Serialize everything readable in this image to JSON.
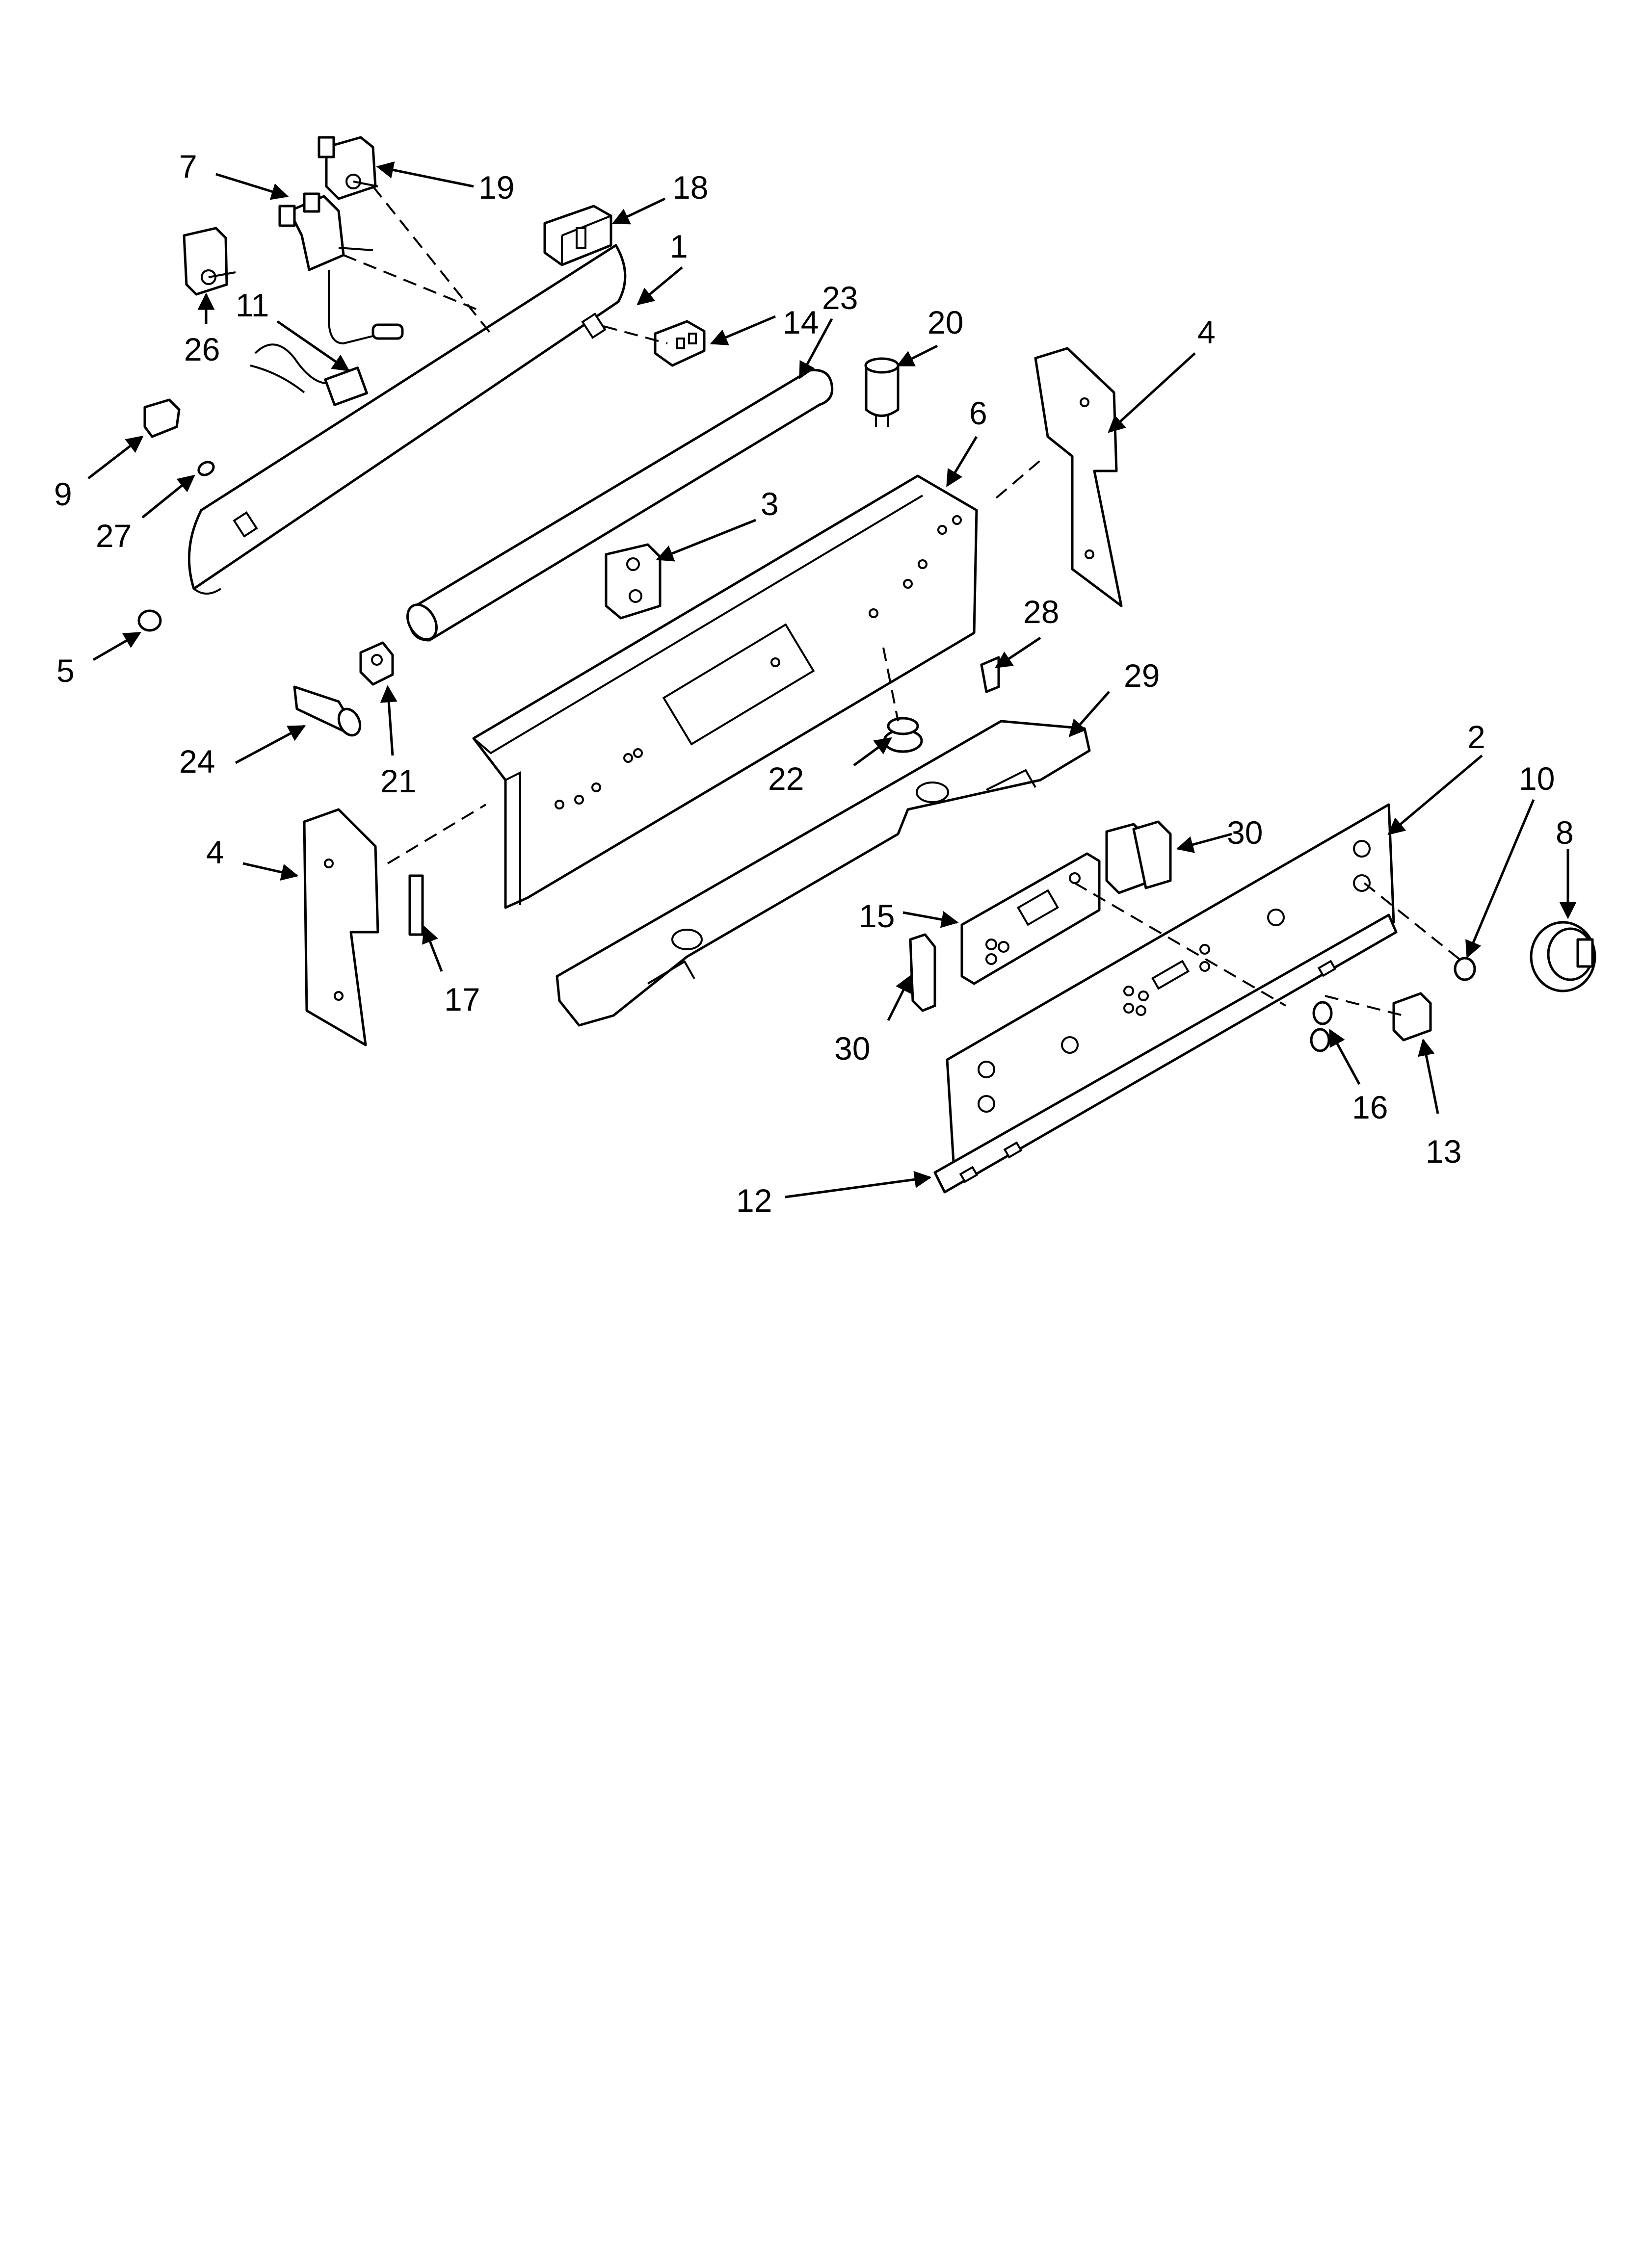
{
  "callouts": {
    "c1": "1",
    "c2": "2",
    "c3": "3",
    "c4a": "4",
    "c4b": "4",
    "c5": "5",
    "c6": "6",
    "c7": "7",
    "c8": "8",
    "c9": "9",
    "c10": "10",
    "c11": "11",
    "c12": "12",
    "c13": "13",
    "c14": "14",
    "c15": "15",
    "c16": "16",
    "c17": "17",
    "c18": "18",
    "c19": "19",
    "c20": "20",
    "c21": "21",
    "c22": "22",
    "c23": "23",
    "c24": "24",
    "c26": "26",
    "c27": "27",
    "c28": "28",
    "c29": "29",
    "c30a": "30",
    "c30b": "30"
  }
}
